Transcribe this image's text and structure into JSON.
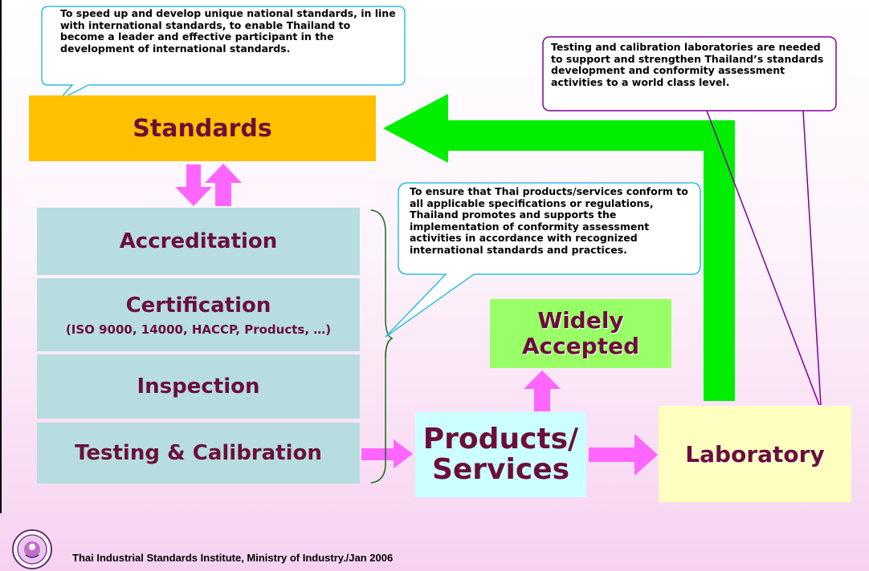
{
  "boxes": {
    "standards": "Standards",
    "accreditation": "Accreditation",
    "certification": "Certification",
    "certification_detail": "(ISO 9000, 14000, HACCP, Products, …)",
    "inspection": "Inspection",
    "testing": "Testing & Calibration",
    "products_line1": "Products/",
    "products_line2": "Services",
    "widely_line1": "Widely",
    "widely_line2": "Accepted",
    "laboratory": "Laboratory"
  },
  "callouts": {
    "top": "To speed up and develop unique national standards, in line with international standards, to enable Thailand to become a leader and effective participant in the development of international standards.",
    "middle": "To ensure that Thai products/services conform to all applicable specifications or regulations, Thailand promotes and supports the implementation of conformity assessment activities in accordance with recognized international standards and practices.",
    "right": "Testing and calibration laboratories are needed to support and strengthen Thailand’s standards development and conformity assessment activities to a world class level."
  },
  "footer": {
    "text": "Thai Industrial Standards Institute, Ministry of Industry./Jan 2006"
  },
  "colors": {
    "standards_fill": "#ffc000",
    "teal_fill": "#b7dde1",
    "products_fill": "#ccffff",
    "widely_fill": "#99ff66",
    "laboratory_fill": "#ffffc0",
    "text_maroon": "#6b0f3a",
    "pink_arrow": "#ff66ff",
    "green_arrow": "#00ee00",
    "callout_border_blue": "#2ebfe0",
    "callout_border_purple": "#8000a0"
  }
}
